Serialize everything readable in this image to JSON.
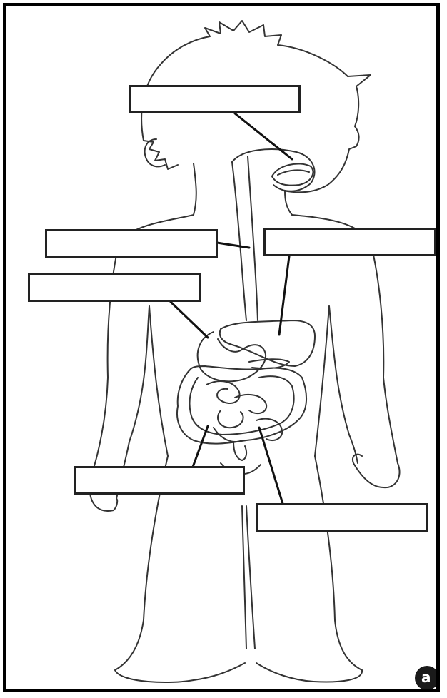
{
  "worksheet": {
    "page_badge": "a"
  },
  "label_boxes": [
    {
      "id": "mouth",
      "text": ""
    },
    {
      "id": "esophagus",
      "text": ""
    },
    {
      "id": "liver",
      "text": ""
    },
    {
      "id": "stomach",
      "text": ""
    },
    {
      "id": "small-intestine",
      "text": ""
    },
    {
      "id": "large-intestine",
      "text": ""
    }
  ],
  "colors": {
    "outline": "#333333",
    "box_border": "#222222",
    "background": "#ffffff"
  }
}
